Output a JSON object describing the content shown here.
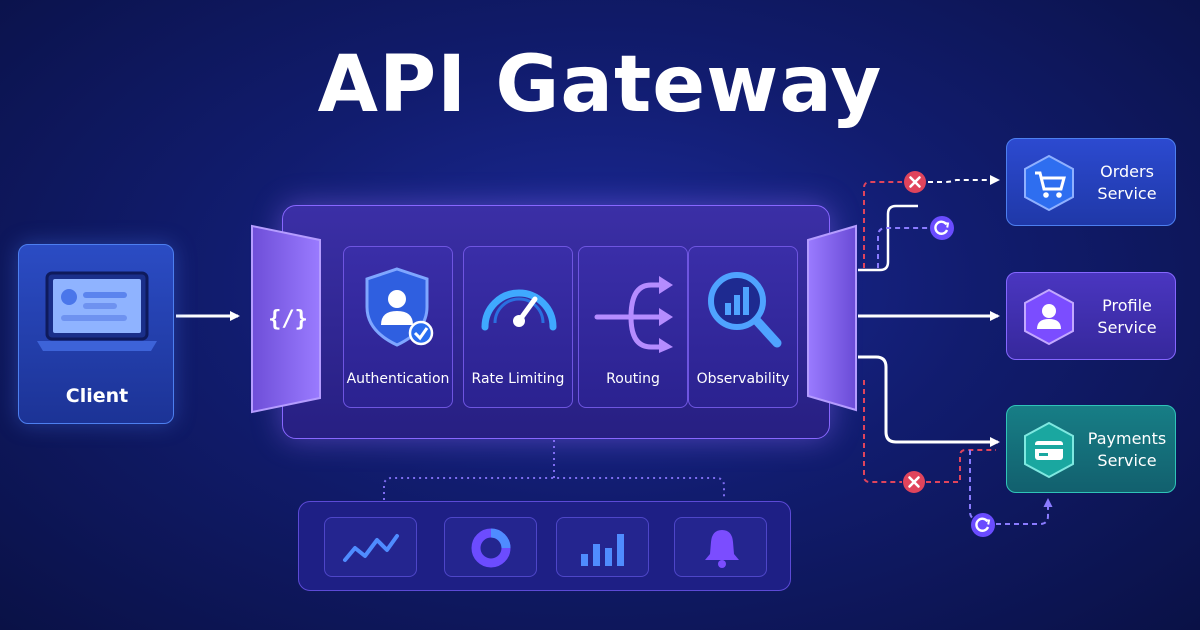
{
  "title": "API Gateway",
  "client": {
    "label": "Client"
  },
  "gateway": {
    "code_symbol": "{/}",
    "modules": [
      {
        "label": "Authentication",
        "icon": "shield-user-icon"
      },
      {
        "label": "Rate Limiting",
        "icon": "speedometer-icon"
      },
      {
        "label": "Routing",
        "icon": "routing-arrows-icon"
      },
      {
        "label": "Observability",
        "icon": "magnifier-chart-icon"
      }
    ]
  },
  "services": [
    {
      "line1": "Orders",
      "line2": "Service",
      "icon": "shopping-cart-icon"
    },
    {
      "line1": "Profile",
      "line2": "Service",
      "icon": "user-icon"
    },
    {
      "line1": "Payments",
      "line2": "Service",
      "icon": "credit-card-icon"
    }
  ],
  "observability_panel": [
    "line-chart-icon",
    "donut-chart-icon",
    "bar-chart-icon",
    "bell-icon"
  ],
  "colors": {
    "background": "#111c6e",
    "accent_purple": "#8867ff",
    "accent_blue": "#4d7ff0",
    "payments_teal": "#1aa7a0",
    "error_red": "#e0445c",
    "retry_purple": "#6a4cff"
  }
}
